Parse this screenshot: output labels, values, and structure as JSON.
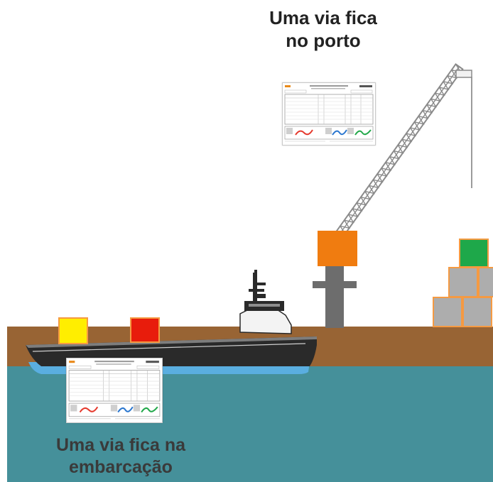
{
  "captions": {
    "port_line1": "Uma via fica",
    "port_line2": "no porto",
    "vessel_line1": "Uma via fica na",
    "vessel_line2": "embarcação"
  },
  "colors": {
    "ground": "#986434",
    "water": "#45909a",
    "hull": "#2a2a2a",
    "crane_base": "#f07c10",
    "crane_column": "#6d6d6d",
    "container_yellow": "#ffee00",
    "container_red": "#e81c0c",
    "container_green": "#1ea84a",
    "container_gray": "#adadad",
    "container_border": "#f59a42"
  },
  "icons": {
    "document": "document-form-icon",
    "ship": "ship-icon",
    "crane": "crane-icon"
  }
}
